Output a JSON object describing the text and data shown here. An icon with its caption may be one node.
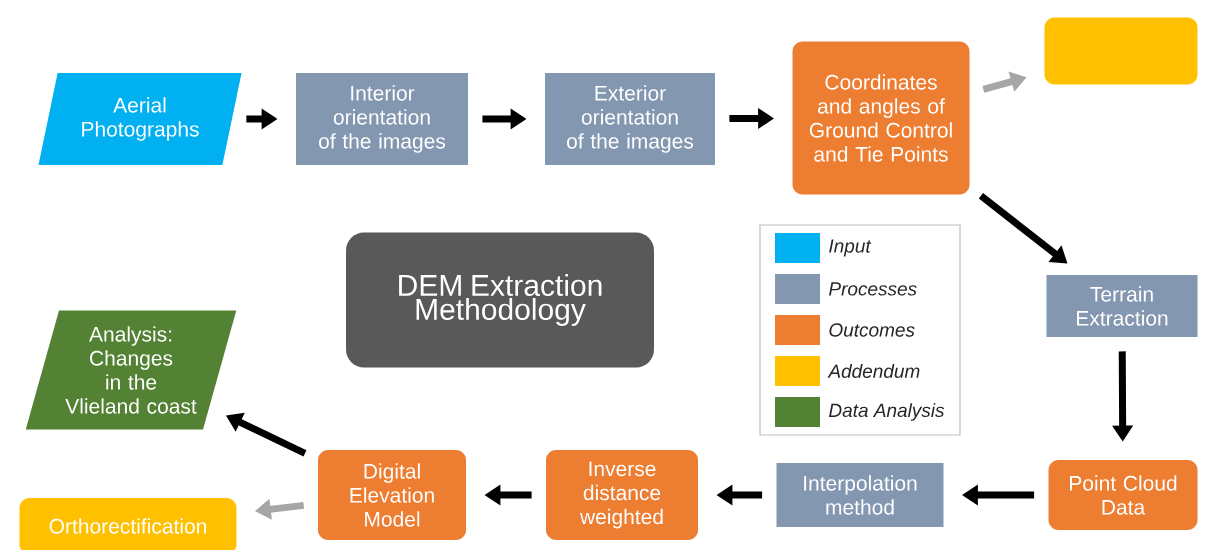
{
  "diagram": {
    "nodes": [
      {
        "text": [
          "Aerial Photographs"
        ]
      },
      {
        "text": [
          "Interior orientation of the images"
        ]
      },
      {
        "text": [
          "Exterior orientation of the images"
        ]
      },
      {
        "text": [
          "Coordinates and angles of Ground Control and Tie Points"
        ]
      },
      {
        "text": [],
        "shape": "box"
      },
      {
        "text": [
          "DEM Extraction Methodology"
        ]
      },
      {
        "text": [
          "Terrain Extraction"
        ]
      },
      {
        "text": [
          "Point Cloud Data"
        ]
      },
      {
        "text": [
          "Interpolation method"
        ]
      },
      {
        "text": [
          "Inverse distance weighted"
        ]
      },
      {
        "text": [
          "Digital Elevation Model"
        ]
      },
      {
        "text": [
          "Analysis: Changes in the Vlieland coast"
        ]
      },
      {
        "text": [
          "Orthorectification"
        ]
      }
    ],
    "edges": [
      {
        "from": 0,
        "to": 1,
        "arrow": "to"
      },
      {
        "from": 1,
        "to": 2,
        "arrow": "to"
      },
      {
        "from": 2,
        "to": 3,
        "arrow": "to"
      },
      {
        "from": 3,
        "to": 4,
        "arrow": "to",
        "color": "#a6a6a6"
      },
      {
        "from": 3,
        "to": 6,
        "arrow": "to"
      },
      {
        "from": 6,
        "to": 7,
        "arrow": "to"
      },
      {
        "from": 7,
        "to": 8,
        "arrow": "to"
      },
      {
        "from": 8,
        "to": 9,
        "arrow": "to"
      },
      {
        "from": 9,
        "to": 10,
        "arrow": "to"
      },
      {
        "from": 10,
        "to": 11,
        "arrow": "to"
      },
      {
        "from": 10,
        "to": 12,
        "arrow": "to",
        "color": "#a6a6a6"
      }
    ],
    "legend": [
      {
        "text": "Input",
        "color": "#00b0f0"
      },
      {
        "text": "Processes",
        "color": "#8497b0"
      },
      {
        "text": "Outcomes",
        "color": "#ed7d31"
      },
      {
        "text": "Addendum",
        "color": "#ffc000"
      },
      {
        "text": "Data Analysis",
        "color": "#548235"
      }
    ]
  }
}
